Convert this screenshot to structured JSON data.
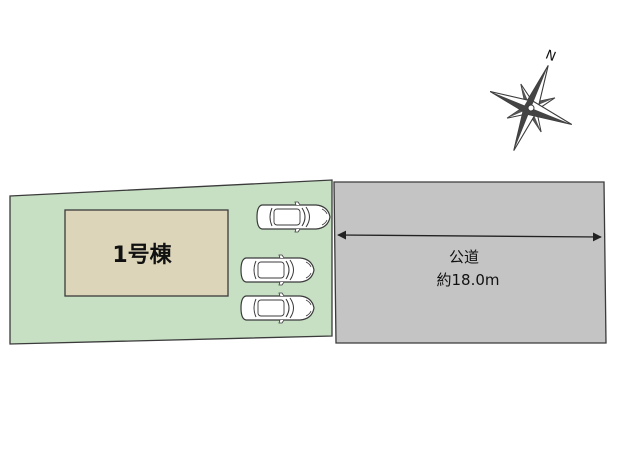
{
  "building": {
    "label": "1号棟"
  },
  "road": {
    "label": "公道",
    "width_label": "約18.0m"
  },
  "compass": {
    "north_label": "N",
    "icon": "compass-rose-icon"
  },
  "parking": {
    "icon": "car-icon",
    "count": 3
  },
  "colors": {
    "lot_fill": "#c7e0c4",
    "building_fill": "#dcd5ba",
    "road_fill": "#c4c4c4",
    "outline": "#3b3b3b",
    "text": "#111111"
  }
}
